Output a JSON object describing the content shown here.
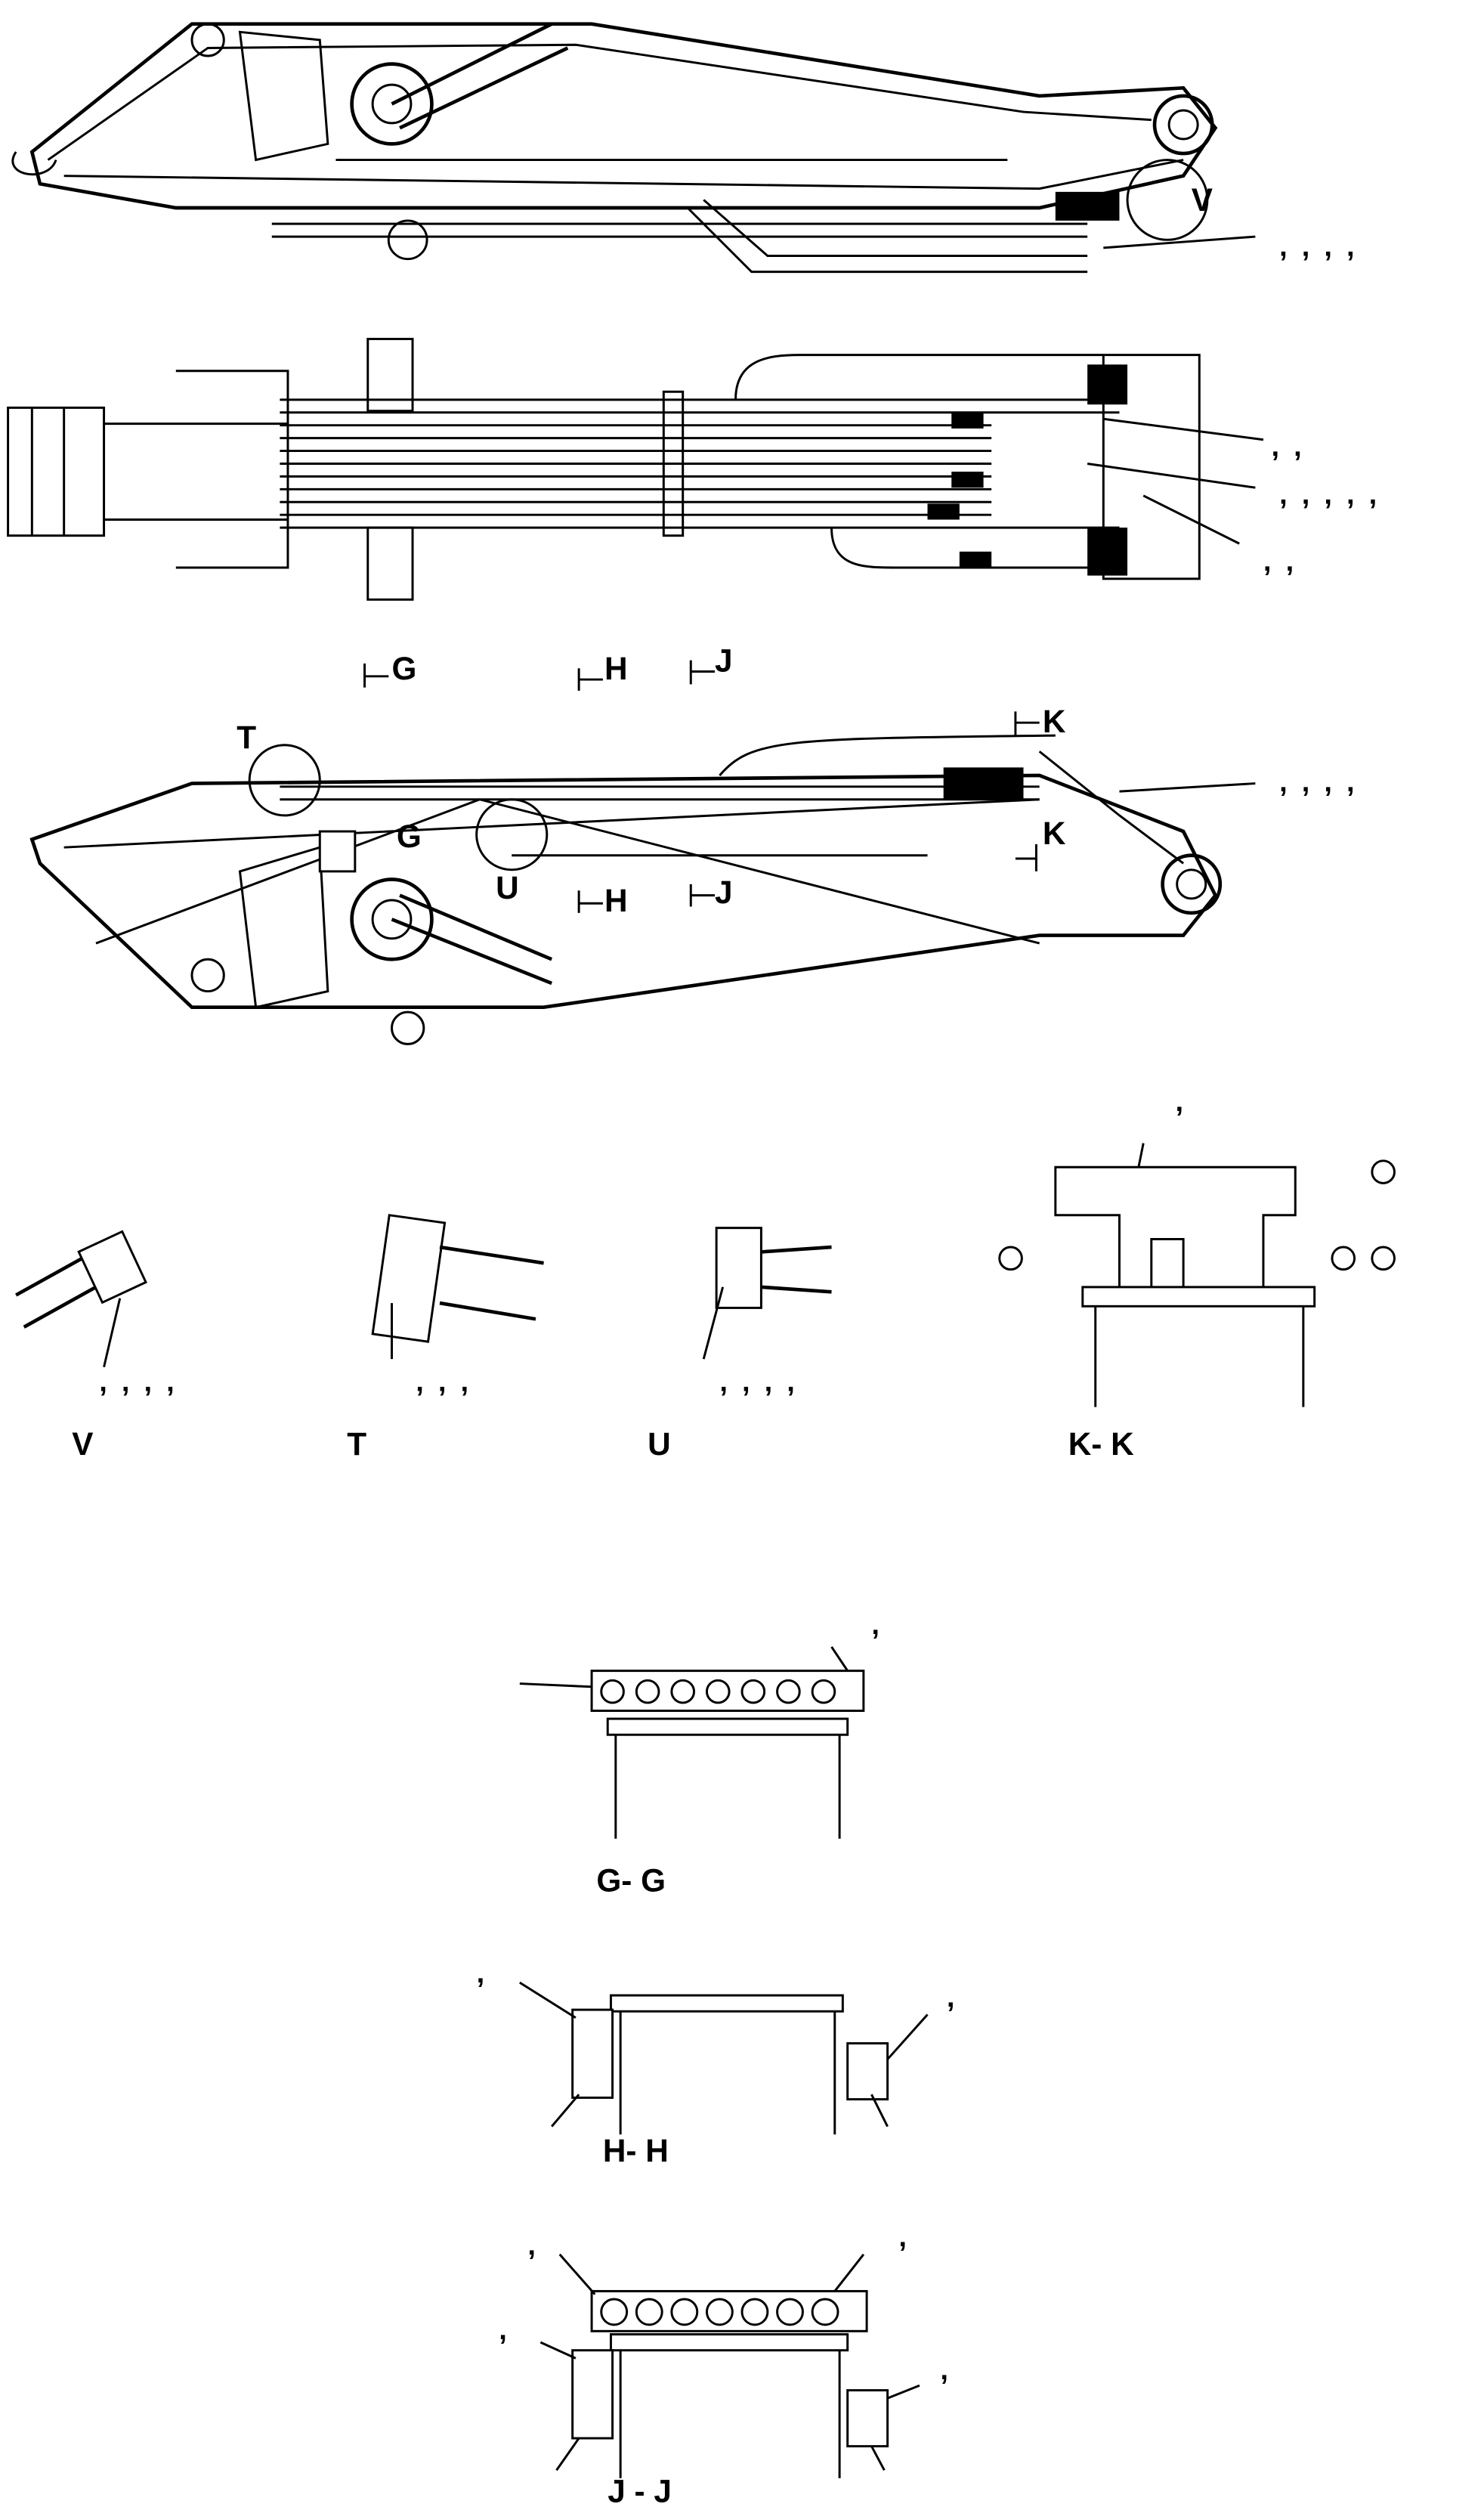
{
  "drawing": {
    "top_view": {
      "detail_label": "V",
      "callout": ", , , ,"
    },
    "plan_view": {
      "callouts": [
        ",  ,",
        ",  ,  ,  ,  ,",
        ",  ,"
      ]
    },
    "section_markers": {
      "g": "G",
      "h": "H",
      "j": "J",
      "k": "K"
    },
    "bottom_view": {
      "detail_label_t": "T",
      "detail_label_u": "U",
      "section_g": "G",
      "section_h": "H",
      "section_j": "J",
      "section_k": "K",
      "callout": ", , , ,"
    },
    "details": [
      {
        "title": "V",
        "callout": ", , , ,"
      },
      {
        "title": "T",
        "callout": ",  ,  ,"
      },
      {
        "title": "U",
        "callout": ",  ,  ,  ,"
      },
      {
        "title": "K- K",
        "callout": ","
      }
    ],
    "section_gg": {
      "title": "G- G",
      "callout": ","
    },
    "section_hh": {
      "title": "H- H",
      "callout_left": ",",
      "callout_right": ","
    },
    "section_jj": {
      "title": "J - J",
      "callouts": [
        ",",
        ",",
        ",",
        ","
      ]
    }
  }
}
